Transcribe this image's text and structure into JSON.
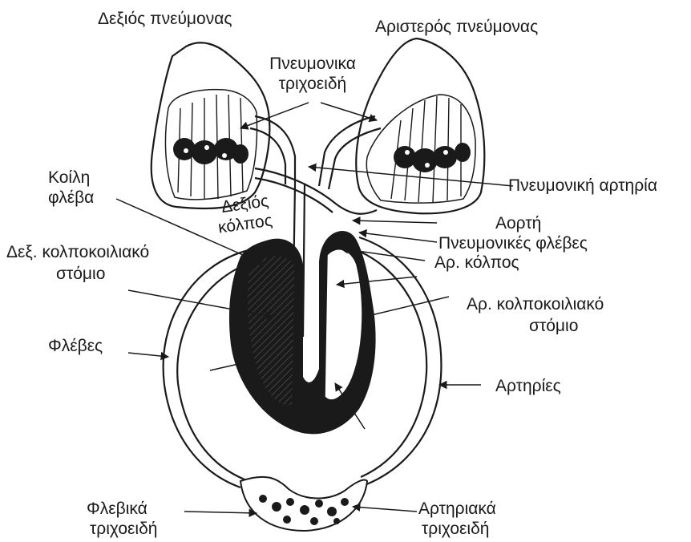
{
  "labels": {
    "right_lung": "Δεξιός πνεύμονας",
    "left_lung": "Αριστερός πνεύμονας",
    "pulmonary_capillaries_l1": "Πνευμονικα",
    "pulmonary_capillaries_l2": "τριχοειδή",
    "vena_cava_l1": "Κοίλη",
    "vena_cava_l2": "φλέβα",
    "pulmonary_artery": "Πνευμονική αρτηρία",
    "right_atrium_l1": "Δεξιός",
    "right_atrium_l2": "κόλπος",
    "aorta": "Αορτή",
    "pulmonary_veins": "Πνευμονικές φλέβες",
    "left_atrium": "Αρ. κόλπος",
    "right_av_valve_l1": "Δεξ. κολποκοιλιακό",
    "right_av_valve_l2": "στόμιο",
    "left_av_valve_l1": "Αρ. κολποκοιλιακό",
    "left_av_valve_l2": "στόμιο",
    "veins": "Φλέβες",
    "arteries": "Αρτηρίες",
    "venous_capillaries_l1": "Φλεβικά",
    "venous_capillaries_l2": "τριχοειδή",
    "arterial_capillaries_l1": "Αρτηριακά",
    "arterial_capillaries_l2": "τριχοειδή"
  },
  "colors": {
    "ink": "#1a1a1a",
    "paper": "#ffffff",
    "hatch": "#555555"
  }
}
